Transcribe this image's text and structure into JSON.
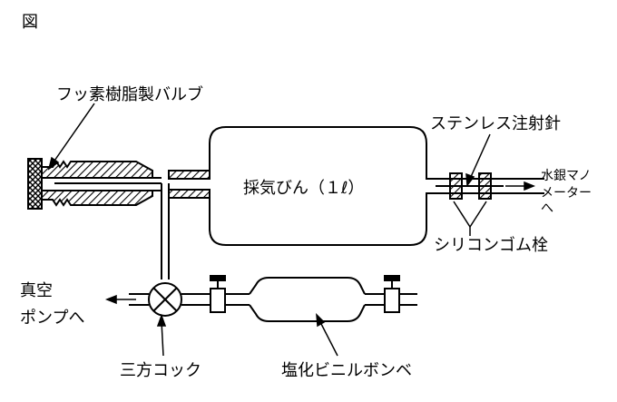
{
  "figure": {
    "fig_mark": "図",
    "labels": {
      "valve": "フッ素樹脂製バルブ",
      "needle": "ステンレス注射針",
      "bottle": "採気びん（１ℓ）",
      "mano_1": "水銀マノ",
      "mano_2": "メーター",
      "mano_3": "へ",
      "plug": "シリコンゴム栓",
      "vacuum_1": "真空",
      "vacuum_2": "ポンプへ",
      "cock": "三方コック",
      "cylinder": "塩化ビニルボンベ"
    }
  }
}
